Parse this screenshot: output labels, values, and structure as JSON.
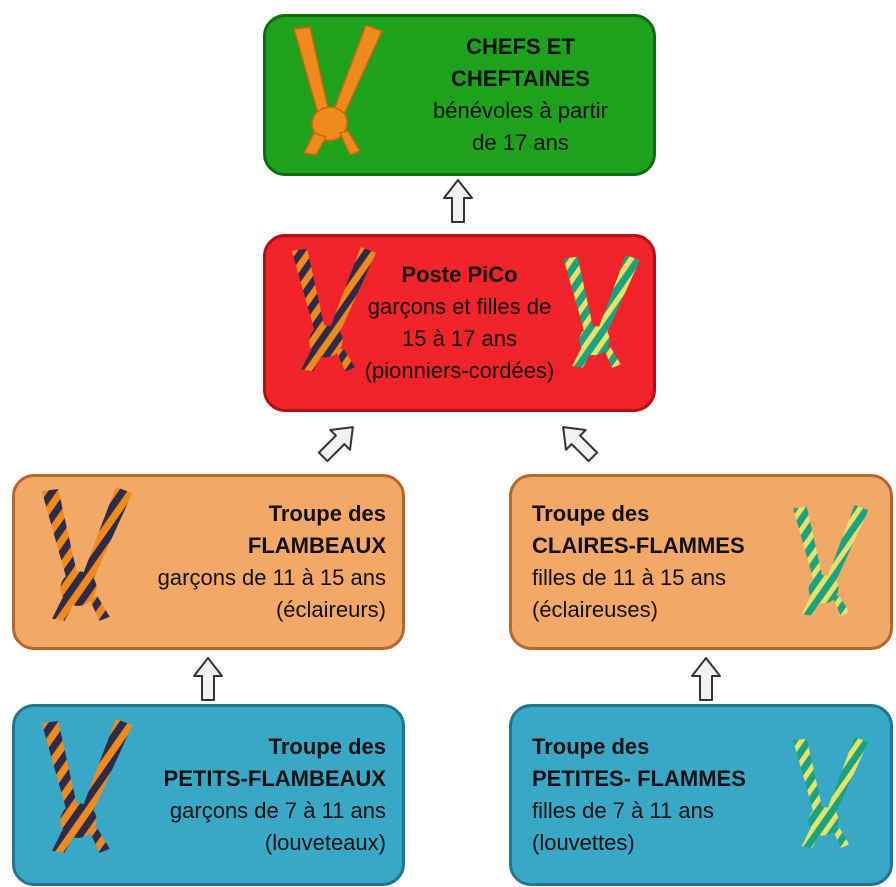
{
  "boxes": {
    "chefs": {
      "title_line1": "CHEFS ET",
      "title_line2": "CHEFTAINES",
      "desc_line1": "bénévoles à partir",
      "desc_line2": "de 17 ans",
      "color": "#1ea21e"
    },
    "pico": {
      "title": "Poste PiCo",
      "desc_line1": "garçons et filles de",
      "desc_line2": "15  à 17 ans",
      "desc_line3": "(pionniers-cordées)",
      "color": "#f3232a"
    },
    "flambeaux": {
      "title_line1": "Troupe des",
      "title_line2": "FLAMBEAUX",
      "desc_line1": "garçons de 11 à 15 ans",
      "desc_line2": "(éclaireurs)",
      "color": "#f4a868"
    },
    "claires": {
      "title_line1": "Troupe des",
      "title_line2": "CLAIRES-FLAMMES",
      "desc_line1": "filles de 11 à 15 ans",
      "desc_line2": "(éclaireuses)",
      "color": "#f4a868"
    },
    "petits": {
      "title_line1": "Troupe des",
      "title_line2": "PETITS-FLAMBEAUX",
      "desc_line1": "garçons de 7 à 11 ans",
      "desc_line2": "(louveteaux)",
      "color": "#39a8c6"
    },
    "petites": {
      "title_line1": "Troupe des",
      "title_line2": "PETITES- FLAMMES",
      "desc_line1": "filles de 7 à 11 ans",
      "desc_line2": "(louvettes)",
      "color": "#39a8c6"
    }
  },
  "icons": {
    "scarf_orange": "orange-scarf-icon",
    "scarf_orange_navy": "orange-navy-striped-scarf-icon",
    "scarf_green_yellow": "green-yellow-striped-scarf-icon",
    "arrow": "hollow-arrow-icon"
  }
}
